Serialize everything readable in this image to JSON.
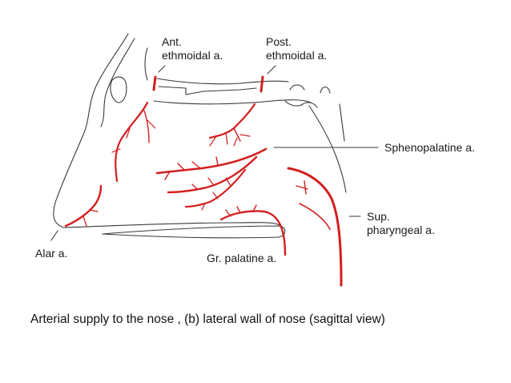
{
  "labels": {
    "ant_ethmoidal_line1": "Ant.",
    "ant_ethmoidal_line2": "ethmoidal a.",
    "post_ethmoidal_line1": "Post.",
    "post_ethmoidal_line2": "ethmoidal a.",
    "sphenopalatine": "Sphenopalatine a.",
    "sup_pharyngeal_line1": "Sup.",
    "sup_pharyngeal_line2": "pharyngeal a.",
    "alar": "Alar a.",
    "greater_palatine": "Gr. palatine a."
  },
  "caption": "Arterial supply to the nose , (b) lateral wall of nose (sagittal view)",
  "colors": {
    "artery": "#d21f1f",
    "outline": "#333333",
    "text": "#1a1a1a"
  }
}
